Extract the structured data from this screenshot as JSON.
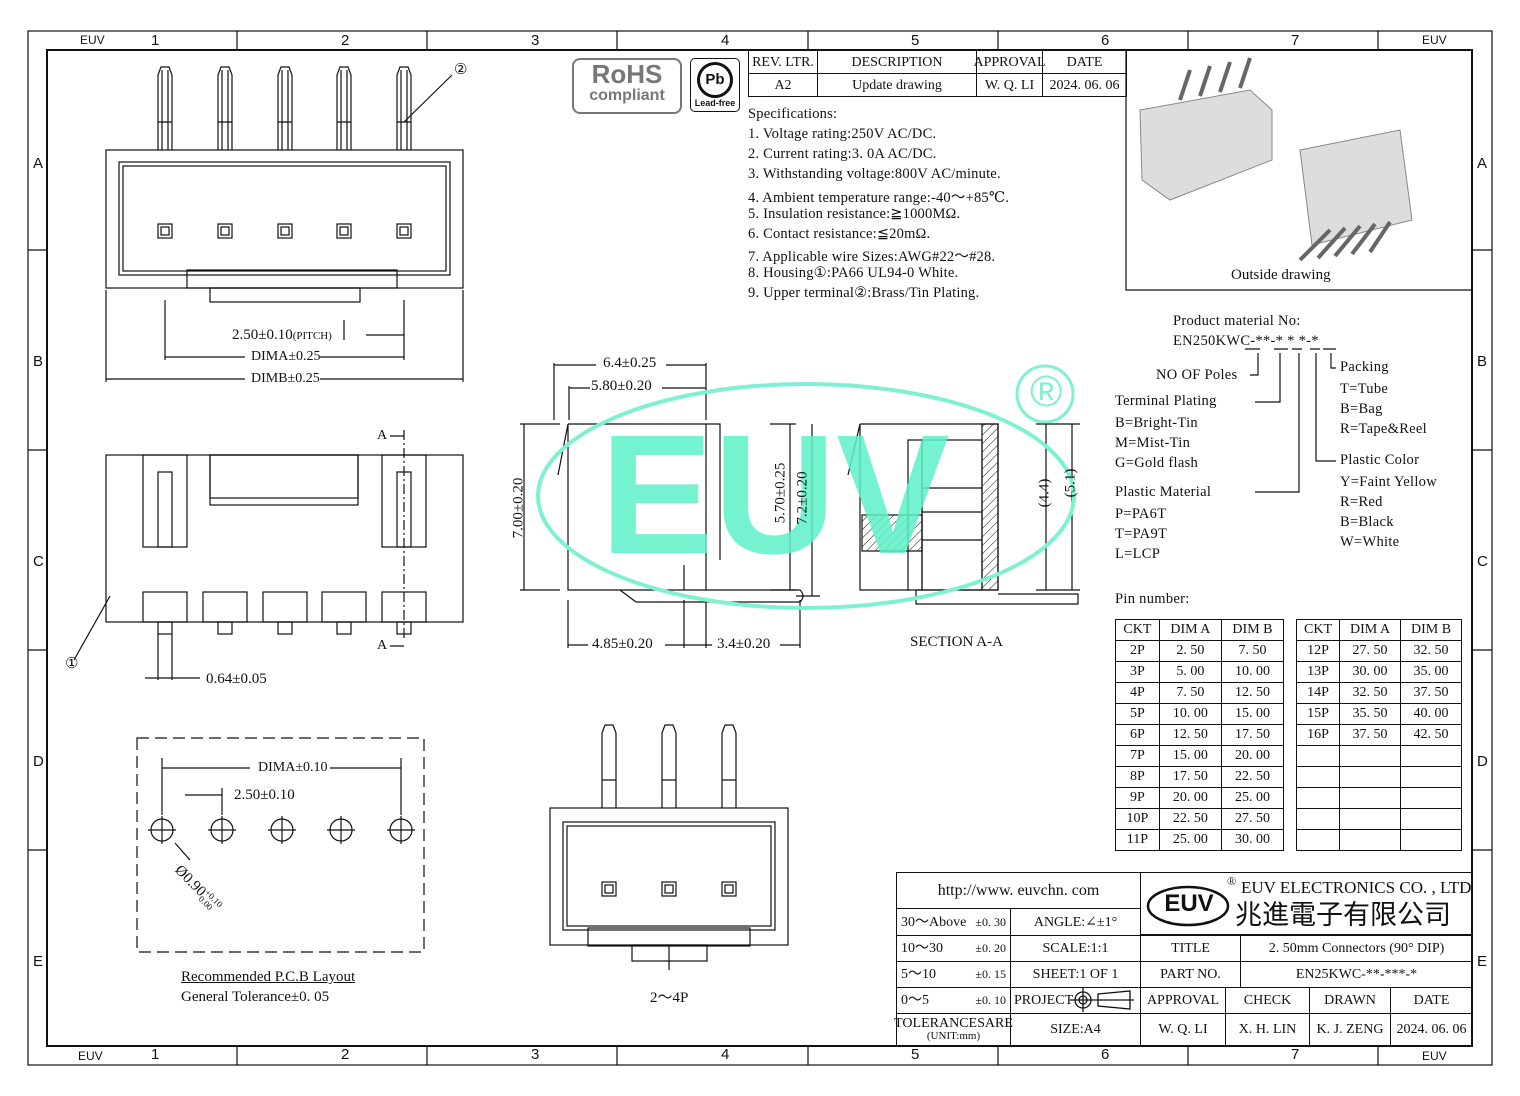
{
  "frame": {
    "zones": [
      "1",
      "2",
      "3",
      "4",
      "5",
      "6",
      "7"
    ],
    "rows": [
      "A",
      "B",
      "C",
      "D",
      "E"
    ],
    "brand": "EUV"
  },
  "logos": {
    "rohs": "RoHS",
    "rohs_sub": "compliant",
    "pb": "Pb",
    "pb_sub": "Lead-free"
  },
  "revision": {
    "headers": [
      "REV. LTR.",
      "DESCRIPTION",
      "APPROVAL",
      "DATE"
    ],
    "row": [
      "A2",
      "Update drawing",
      "W. Q. LI",
      "2024. 06. 06"
    ]
  },
  "specs": {
    "title": "Specifications:",
    "items": [
      "1. Voltage rating:250V AC/DC.",
      "2. Current rating:3. 0A AC/DC.",
      "3. Withstanding voltage:800V AC/minute.",
      "4. Ambient temperature range:-40～+85℃.",
      "5. Insulation resistance:≧1000MΩ.",
      "6. Contact resistance:≦20mΩ.",
      "7. Applicable wire Sizes:AWG#22～#28.",
      "8. Housing①:PA66 UL94-0 White.",
      "9. Upper terminal②:Brass/Tin Plating."
    ]
  },
  "outside_drawing": "Outside drawing",
  "product": {
    "title": "Product material No:",
    "code": "EN250KWC-**-* * *-*",
    "poles": "NO OF Poles",
    "plating": "Terminal Plating",
    "plating_opts": [
      "B=Bright-Tin",
      "M=Mist-Tin",
      "G=Gold flash"
    ],
    "material": "Plastic Material",
    "material_opts": [
      "P=PA6T",
      "T=PA9T",
      "L=LCP"
    ],
    "packing": "Packing",
    "packing_opts": [
      "T=Tube",
      "B=Bag",
      "R=Tape&Reel"
    ],
    "color": "Plastic Color",
    "color_opts": [
      "Y=Faint Yellow",
      "R=Red",
      "B=Black",
      "W=White"
    ]
  },
  "pin_table": {
    "title": "Pin number:",
    "headers": [
      "CKT",
      "DIM A",
      "DIM B"
    ],
    "left": [
      [
        "2P",
        "2. 50",
        "7. 50"
      ],
      [
        "3P",
        "5. 00",
        "10. 00"
      ],
      [
        "4P",
        "7. 50",
        "12. 50"
      ],
      [
        "5P",
        "10. 00",
        "15. 00"
      ],
      [
        "6P",
        "12. 50",
        "17. 50"
      ],
      [
        "7P",
        "15. 00",
        "20. 00"
      ],
      [
        "8P",
        "17. 50",
        "22. 50"
      ],
      [
        "9P",
        "20. 00",
        "25. 00"
      ],
      [
        "10P",
        "22. 50",
        "27. 50"
      ],
      [
        "11P",
        "25. 00",
        "30. 00"
      ]
    ],
    "right": [
      [
        "12P",
        "27. 50",
        "32. 50"
      ],
      [
        "13P",
        "30. 00",
        "35. 00"
      ],
      [
        "14P",
        "32. 50",
        "37. 50"
      ],
      [
        "15P",
        "35. 50",
        "40. 00"
      ],
      [
        "16P",
        "37. 50",
        "42. 50"
      ],
      [
        "",
        "",
        ""
      ],
      [
        "",
        "",
        ""
      ],
      [
        "",
        "",
        ""
      ],
      [
        "",
        "",
        ""
      ],
      [
        "",
        "",
        ""
      ]
    ]
  },
  "dims": {
    "pitch": "2.50±0.10",
    "pitch_note": "(PITCH)",
    "dima": "DIMA±0.25",
    "dimb": "DIMB±0.25",
    "pin_w": "0.64±0.05",
    "w1": "6.4±0.25",
    "w2": "5.80±0.20",
    "h1": "7.00±0.20",
    "h2": "5.70±0.25",
    "h3": "7.2±0.20",
    "b1": "4.85±0.20",
    "b2": "3.4±0.20",
    "s1": "(4.4)",
    "s2": "(5.1)",
    "pcb_dima": "DIMA±0.10",
    "pcb_pitch": "2.50±0.10",
    "hole": "Ø0.90",
    "hole_tol_up": "+0.10",
    "hole_tol_dn": "0.00",
    "sec_a": "A",
    "callout1": "①",
    "callout2": "②"
  },
  "labels": {
    "section": "SECTION A-A",
    "pcb": "Recommended P.C.B Layout",
    "tolerance": "General Tolerance±0. 05",
    "variant": "2～4P"
  },
  "watermark": {
    "text": "EUV",
    "reg": "®",
    "color": "#5ef2c8"
  },
  "title_block": {
    "url": "http://www. euvchn. com",
    "company": "EUV ELECTRONICS CO. , LTD",
    "company_cn": "兆進電子有限公司",
    "logo": "EUV",
    "reg": "®",
    "tol": [
      [
        "30～Above",
        "±0. 30"
      ],
      [
        "10～30",
        "±0. 20"
      ],
      [
        "5～10",
        "±0. 15"
      ],
      [
        "0～5",
        "±0. 10"
      ]
    ],
    "angle": "ANGLE:∠±1°",
    "scale": "SCALE:1:1",
    "sheet": "SHEET:1 OF 1",
    "project": "PROJECT",
    "tol_label": "TOLERANCESARE",
    "unit": "(UNIT:mm)",
    "size": "SIZE:A4",
    "title_label": "TITLE",
    "title_value": "2. 50mm Connectors (90° DIP)",
    "part_label": "PART NO.",
    "part_value": "EN25KWC-**-***-*",
    "sign_headers": [
      "APPROVAL",
      "CHECK",
      "DRAWN",
      "DATE"
    ],
    "sign_values": [
      "W. Q. LI",
      "X. H. LIN",
      "K. J. ZENG",
      "2024. 06. 06"
    ]
  }
}
